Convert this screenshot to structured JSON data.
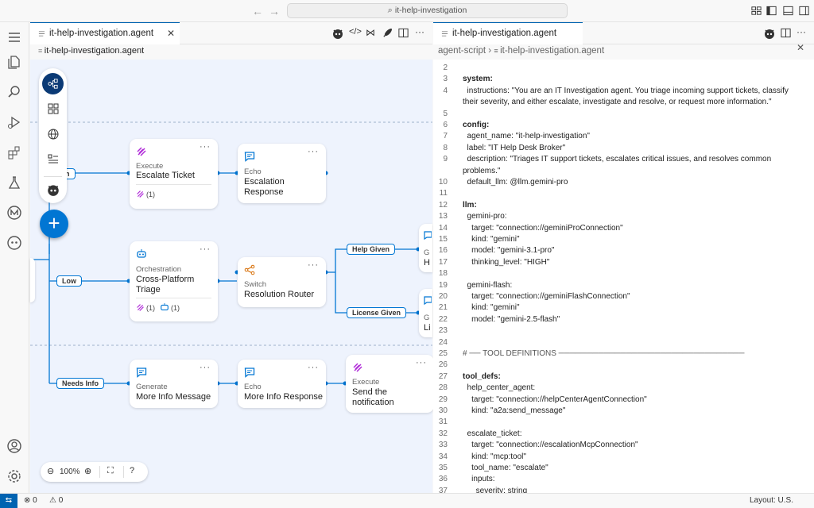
{
  "titlebar": {
    "search_text": "it-help-investigation"
  },
  "left_tab": {
    "title": "it-help-investigation.agent",
    "breadcrumb": "it-help-investigation.agent"
  },
  "right_tab": {
    "title": "it-help-investigation.agent",
    "breadcrumb_root": "agent-script",
    "breadcrumb_file": "it-help-investigation.agent"
  },
  "flow": {
    "branch_labels": {
      "high": "igh",
      "low": "Low",
      "needs_info": "Needs Info",
      "help_given": "Help Given",
      "license_given": "License Given"
    },
    "nodes": {
      "escalate": {
        "kind": "Execute",
        "name": "Escalate Ticket",
        "stat": "(1)"
      },
      "echo_escalation": {
        "kind": "Echo",
        "name1": "Escalation",
        "name2": "Response"
      },
      "triage": {
        "kind": "Orchestration",
        "name1": "Cross-Platform",
        "name2": "Triage",
        "stat1": "(1)",
        "stat2": "(1)"
      },
      "router": {
        "kind": "Switch",
        "name": "Resolution Router"
      },
      "generate": {
        "kind": "Generate",
        "name": "More Info Message"
      },
      "echo_more": {
        "kind": "Echo",
        "name": "More Info Response"
      },
      "notify": {
        "kind": "Execute",
        "name1": "Send the",
        "name2": "notification"
      },
      "cut_top": {
        "kind": "G",
        "name": "H"
      },
      "cut_bottom": {
        "kind": "G",
        "name": "Li"
      }
    },
    "more_label": "···",
    "zoom": "100%"
  },
  "code_lines": [
    {
      "n": "2",
      "t": "",
      "cls": ""
    },
    {
      "n": "3",
      "t": "system:",
      "cls": "key"
    },
    {
      "n": "4",
      "t": "  instructions: \"You are an IT Investigation agent. You triage incoming support tickets, classify",
      "cls": ""
    },
    {
      "n": "",
      "t": "their severity, and either escalate, investigate and resolve, or request more information.\"",
      "cls": ""
    },
    {
      "n": "5",
      "t": "",
      "cls": ""
    },
    {
      "n": "6",
      "t": "config:",
      "cls": "key"
    },
    {
      "n": "7",
      "t": "  agent_name: \"it-help-investigation\"",
      "cls": ""
    },
    {
      "n": "8",
      "t": "  label: \"IT Help Desk Broker\"",
      "cls": ""
    },
    {
      "n": "9",
      "t": "  description: \"Triages IT support tickets, escalates critical issues, and resolves common",
      "cls": ""
    },
    {
      "n": "",
      "t": "problems.\"",
      "cls": ""
    },
    {
      "n": "10",
      "t": "  default_llm: @llm.gemini-pro",
      "cls": ""
    },
    {
      "n": "11",
      "t": "",
      "cls": ""
    },
    {
      "n": "12",
      "t": "llm:",
      "cls": "key"
    },
    {
      "n": "13",
      "t": "  gemini-pro:",
      "cls": ""
    },
    {
      "n": "14",
      "t": "    target: \"connection://geminiProConnection\"",
      "cls": ""
    },
    {
      "n": "15",
      "t": "    kind: \"gemini\"",
      "cls": ""
    },
    {
      "n": "16",
      "t": "    model: \"gemini-3.1-pro\"",
      "cls": ""
    },
    {
      "n": "17",
      "t": "    thinking_level: \"HIGH\"",
      "cls": ""
    },
    {
      "n": "18",
      "t": "",
      "cls": ""
    },
    {
      "n": "19",
      "t": "  gemini-flash:",
      "cls": ""
    },
    {
      "n": "20",
      "t": "    target: \"connection://geminiFlashConnection\"",
      "cls": ""
    },
    {
      "n": "21",
      "t": "    kind: \"gemini\"",
      "cls": ""
    },
    {
      "n": "22",
      "t": "    model: \"gemini-2.5-flash\"",
      "cls": ""
    },
    {
      "n": "23",
      "t": "",
      "cls": ""
    },
    {
      "n": "24",
      "t": "",
      "cls": ""
    },
    {
      "n": "25",
      "t": "# ── TOOL DEFINITIONS ─────────────────────────────────",
      "cls": "comment"
    },
    {
      "n": "26",
      "t": "",
      "cls": ""
    },
    {
      "n": "27",
      "t": "tool_defs:",
      "cls": "key"
    },
    {
      "n": "28",
      "t": "  help_center_agent:",
      "cls": ""
    },
    {
      "n": "29",
      "t": "    target: \"connection://helpCenterAgentConnection\"",
      "cls": ""
    },
    {
      "n": "30",
      "t": "    kind: \"a2a:send_message\"",
      "cls": ""
    },
    {
      "n": "31",
      "t": "",
      "cls": ""
    },
    {
      "n": "32",
      "t": "  escalate_ticket:",
      "cls": ""
    },
    {
      "n": "33",
      "t": "    target: \"connection://escalationMcpConnection\"",
      "cls": ""
    },
    {
      "n": "34",
      "t": "    kind: \"mcp:tool\"",
      "cls": ""
    },
    {
      "n": "35",
      "t": "    tool_name: \"escalate\"",
      "cls": ""
    },
    {
      "n": "36",
      "t": "    inputs:",
      "cls": ""
    },
    {
      "n": "37",
      "t": "      severity: string",
      "cls": ""
    }
  ],
  "status": {
    "errors": "0",
    "warnings": "0",
    "layout": "Layout: U.S."
  },
  "colors": {
    "accent": "#0176d3",
    "execute": "#b02bd8",
    "orchestration": "#0176d3",
    "switch": "#d66b00",
    "echo": "#0176d3"
  }
}
